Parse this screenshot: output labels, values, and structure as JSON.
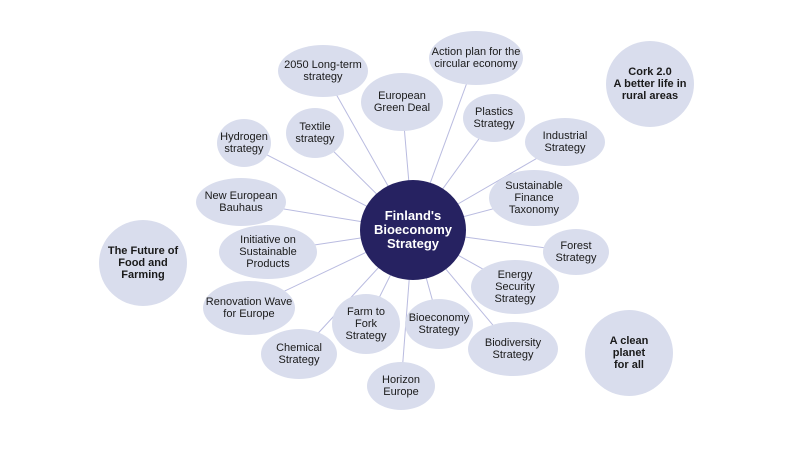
{
  "colors": {
    "center_fill": "#262261",
    "center_text": "#ffffff",
    "bubble_fill": "#d9dded",
    "connector": "#b9bbe0"
  },
  "center": {
    "label": "Finland's\nBioeconomy\nStrategy"
  },
  "strategies": [
    {
      "id": "action-plan-circular-economy",
      "label": "Action plan for the\ncircular economy"
    },
    {
      "id": "plastics-strategy",
      "label": "Plastics\nStrategy"
    },
    {
      "id": "industrial-strategy",
      "label": "Industrial\nStrategy"
    },
    {
      "id": "sustainable-finance-taxonomy",
      "label": "Sustainable\nFinance\nTaxonomy"
    },
    {
      "id": "forest-strategy",
      "label": "Forest\nStrategy"
    },
    {
      "id": "energy-security-strategy",
      "label": "Energy\nSecurity\nStrategy"
    },
    {
      "id": "biodiversity-strategy",
      "label": "Biodiversity\nStrategy"
    },
    {
      "id": "bioeconomy-strategy",
      "label": "Bioeconomy\nStrategy"
    },
    {
      "id": "horizon-europe",
      "label": "Horizon\nEurope"
    },
    {
      "id": "farm-to-fork-strategy",
      "label": "Farm to\nFork\nStrategy"
    },
    {
      "id": "chemical-strategy",
      "label": "Chemical\nStrategy"
    },
    {
      "id": "renovation-wave",
      "label": "Renovation Wave\nfor Europe"
    },
    {
      "id": "sustainable-products-initiative",
      "label": "Initiative on\nSustainable\nProducts"
    },
    {
      "id": "new-european-bauhaus",
      "label": "New European\nBauhaus"
    },
    {
      "id": "hydrogen-strategy",
      "label": "Hydrogen\nstrategy"
    },
    {
      "id": "textile-strategy",
      "label": "Textile\nstrategy"
    },
    {
      "id": "long-term-strategy-2050",
      "label": "2050 Long-term\nstrategy"
    },
    {
      "id": "european-green-deal",
      "label": "European\nGreen Deal"
    }
  ],
  "outer": [
    {
      "id": "cork-2-0",
      "label": "Cork 2.0\nA better life in\nrural areas"
    },
    {
      "id": "future-of-food-and-farming",
      "label": "The Future of\nFood and\nFarming"
    },
    {
      "id": "clean-planet-for-all",
      "label": "A clean\nplanet\nfor all"
    }
  ]
}
